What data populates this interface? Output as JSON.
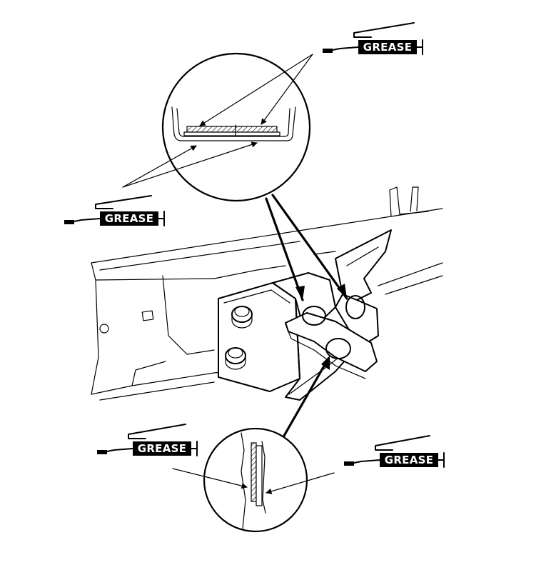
{
  "diagram": {
    "labels": {
      "grease_top_right": "GREASE",
      "grease_left": "GREASE",
      "grease_bottom_left": "GREASE",
      "grease_bottom_right": "GREASE"
    }
  }
}
